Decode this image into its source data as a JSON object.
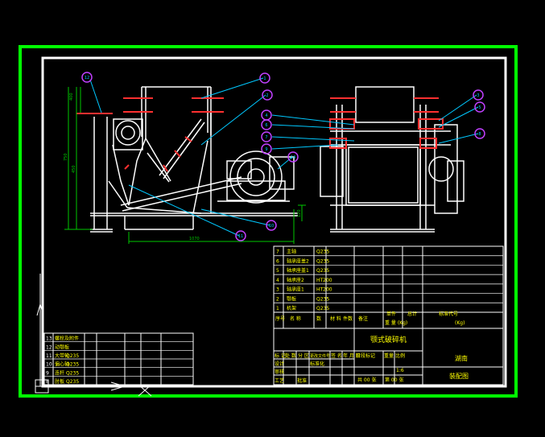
{
  "colors": {
    "background": "#000000",
    "outer_frame": "#00ff00",
    "inner_frame": "#ffffff",
    "drawing": "#ffffff",
    "section_red": "#ff3030",
    "leader_cyan": "#00c8ff",
    "balloon_magenta": "#c040ff",
    "dimension_green": "#00c800",
    "text_yellow": "#ffff00",
    "text_white": "#ffffff"
  },
  "balloons_left": [
    {
      "id": "b-l-12",
      "label": "12"
    },
    {
      "id": "b-l-1",
      "label": "1"
    },
    {
      "id": "b-l-2",
      "label": "2"
    },
    {
      "id": "b-l-14",
      "label": "14"
    },
    {
      "id": "b-l-10",
      "label": "10"
    },
    {
      "id": "b-l-11",
      "label": "11"
    }
  ],
  "balloons_right": [
    {
      "id": "b-r-4",
      "label": "4"
    },
    {
      "id": "b-r-6",
      "label": "6"
    },
    {
      "id": "b-r-7",
      "label": "7"
    },
    {
      "id": "b-r-9",
      "label": "9"
    },
    {
      "id": "b-r-3",
      "label": "3"
    },
    {
      "id": "b-r-5",
      "label": "5"
    },
    {
      "id": "b-r-8",
      "label": "8"
    }
  ],
  "dimensions": {
    "d1": "400",
    "d2": "750",
    "d3": "450",
    "d4": "1070",
    "d5": "120"
  },
  "parts_list": {
    "rows": [
      {
        "no": "7",
        "name": "主轴",
        "material": "Q235"
      },
      {
        "no": "6",
        "name": "轴承座盖2",
        "material": "Q235"
      },
      {
        "no": "5",
        "name": "轴承座盖1",
        "material": "Q235"
      },
      {
        "no": "4",
        "name": "轴承座2",
        "material": "HT200"
      },
      {
        "no": "3",
        "name": "轴承座1",
        "material": "HT200"
      },
      {
        "no": "2",
        "name": "颚板",
        "material": "Q235"
      },
      {
        "no": "1",
        "name": "机架",
        "material": "Q235"
      }
    ],
    "header": {
      "no": "序号",
      "name": "名 称",
      "count": "数",
      "material": "材 料",
      "weight": "件数",
      "remark": "备注",
      "unit_total_1": "单件",
      "unit_total_2": "总计",
      "unit_weight": "重 量 (Kg)",
      "std": "标准代号",
      "mass_note": "(Kg)"
    }
  },
  "left_parts": {
    "rows": [
      {
        "no": "13",
        "name": "螺栓及附件"
      },
      {
        "no": "12",
        "name": "动颚板"
      },
      {
        "no": "11",
        "name": "大带轮",
        "material": "Q235"
      },
      {
        "no": "10",
        "name": "偏心轴",
        "material": "Q235"
      },
      {
        "no": "9",
        "name": "连杆",
        "material": "Q235"
      },
      {
        "no": "8",
        "name": "肘板",
        "material": "Q235"
      }
    ]
  },
  "title_block": {
    "part_name": "颚式破碎机",
    "rev_headers": [
      "标 记",
      "处 数",
      "分 区",
      "更改文件号",
      "签 名",
      "年 月 日"
    ],
    "row_labels": [
      "设计",
      "审核",
      "工艺",
      "批准"
    ],
    "std_label": "标准化",
    "stage_label": "阶段标记",
    "weight_label": "重量",
    "scale_label": "比例",
    "scale_value": "1:6",
    "sheet": "共 00 张",
    "sheet2": "第 00 张",
    "company": "湖南",
    "drawing_no": "装配图"
  }
}
